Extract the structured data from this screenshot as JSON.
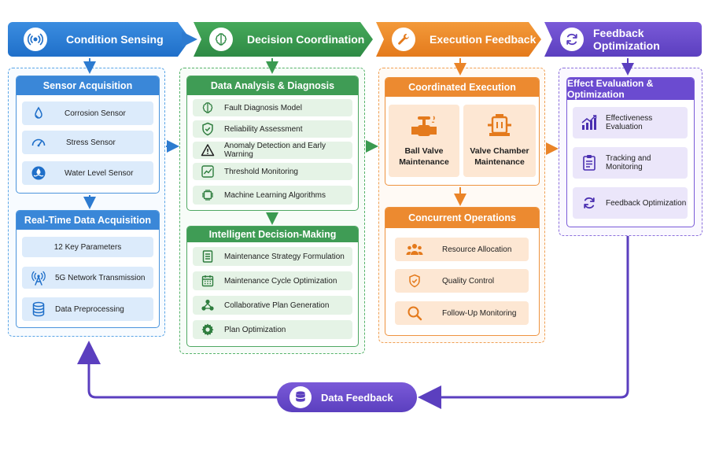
{
  "phases": [
    {
      "label": "Condition Sensing",
      "icon": "signal-icon",
      "color": "#1f6fc9"
    },
    {
      "label": "Decision Coordination",
      "icon": "brain-icon",
      "color": "#2e8a45"
    },
    {
      "label": "Execution Feedback",
      "icon": "wrench-icon",
      "color": "#e47a1c"
    },
    {
      "label": "Feedback Optimization",
      "icon": "refresh-icon",
      "color": "#5b3fbf"
    }
  ],
  "sensing": {
    "sensor_acquisition": {
      "title": "Sensor Acquisition",
      "items": [
        {
          "label": "Corrosion Sensor",
          "icon": "droplet-icon"
        },
        {
          "label": "Stress Sensor",
          "icon": "gauge-icon"
        },
        {
          "label": "Water Level Sensor",
          "icon": "water-level-icon"
        }
      ]
    },
    "realtime": {
      "title": "Real-Time Data Acquisition",
      "items": [
        {
          "label": "12 Key Parameters",
          "icon": ""
        },
        {
          "label": "5G Network Transmission",
          "icon": "antenna-icon"
        },
        {
          "label": "Data Preprocessing",
          "icon": "database-icon"
        }
      ]
    }
  },
  "decision": {
    "analysis": {
      "title": "Data Analysis & Diagnosis",
      "items": [
        {
          "label": "Fault Diagnosis Model",
          "icon": "brain-icon"
        },
        {
          "label": "Reliability Assessment",
          "icon": "shield-icon"
        },
        {
          "label": "Anomaly Detection and Early Warning",
          "icon": "warning-icon"
        },
        {
          "label": "Threshold Monitoring",
          "icon": "line-chart-icon"
        },
        {
          "label": "Machine Learning Algorithms",
          "icon": "chip-icon"
        }
      ]
    },
    "intelligent": {
      "title": "Intelligent Decision-Making",
      "items": [
        {
          "label": "Maintenance Strategy Formulation",
          "icon": "document-icon"
        },
        {
          "label": "Maintenance Cycle Optimization",
          "icon": "calendar-icon"
        },
        {
          "label": "Collaborative Plan Generation",
          "icon": "network-icon"
        },
        {
          "label": "Plan Optimization",
          "icon": "gear-icon"
        }
      ]
    }
  },
  "execution": {
    "coordinated": {
      "title": "Coordinated Execution",
      "items": [
        {
          "label_line1": "Ball Valve",
          "label_line2": "Maintenance",
          "icon": "valve-icon"
        },
        {
          "label_line1": "Valve Chamber",
          "label_line2": "Maintenance",
          "icon": "chamber-icon"
        }
      ]
    },
    "concurrent": {
      "title": "Concurrent Operations",
      "items": [
        {
          "label": "Resource Allocation",
          "icon": "people-icon"
        },
        {
          "label": "Quality Control",
          "icon": "shield-icon"
        },
        {
          "label": "Follow-Up Monitoring",
          "icon": "magnifier-icon"
        }
      ]
    }
  },
  "optimization": {
    "effect": {
      "title": "Effect Evaluation & Optimization",
      "items": [
        {
          "label": "Effectiveness Evaluation",
          "icon": "bar-chart-icon"
        },
        {
          "label": "Tracking and Monitoring",
          "icon": "clipboard-icon"
        },
        {
          "label": "Feedback Optimization",
          "icon": "refresh-icon"
        }
      ]
    }
  },
  "data_feedback": {
    "label": "Data Feedback",
    "icon": "database-icon"
  },
  "colors": {
    "blue": "#3a87d8",
    "green": "#3f9c55",
    "orange": "#ec8a30",
    "purple": "#6b4bd0"
  }
}
